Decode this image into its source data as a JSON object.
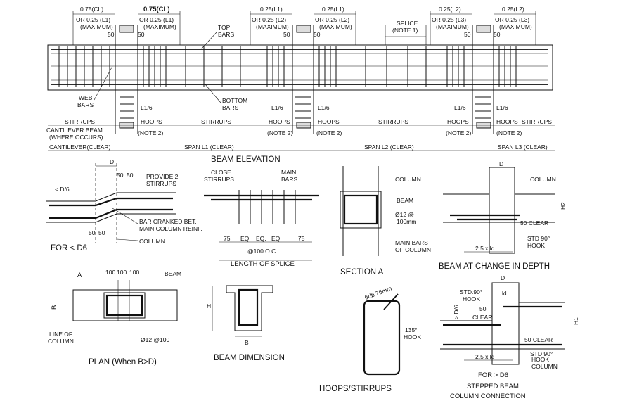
{
  "elevation": {
    "title": "BEAM ELEVATION",
    "top_labels": [
      "0.75(CL)",
      "0.75(CL)",
      "0.25(L1)",
      "0.25(L1)",
      "0.25(L2)",
      "0.25(L2)"
    ],
    "or_labels": [
      "OR 0.25 (L1)",
      "OR 0.25 (L1)",
      "OR 0.25 (L2)",
      "OR 0.25 (L2)",
      "OR 0.25 (L3)",
      "OR 0.25 (L3)"
    ],
    "maximum": "(MAXIMUM)",
    "fifty": "50",
    "top_bars": "TOP",
    "top_bars2": "BARS",
    "splice": "SPLICE",
    "note1": "(NOTE 1)",
    "web_bars": "WEB",
    "web_bars2": "BARS",
    "bottom_bars": "BOTTOM",
    "bottom_bars2": "BARS",
    "l16": "L1/6",
    "stirrups": "STIRRUPS",
    "hoops": "HOOPS",
    "note2": "(NOTE 2)",
    "cantilever_beam": "CANTILEVER BEAM",
    "where_occurs": "(WHERE OCCURS)",
    "cantilever_clear": "CANTILEVER(CLEAR)",
    "span_l1": "SPAN L1 (CLEAR)",
    "span_l2": "SPAN L2 (CLEAR)",
    "span_l3": "SPAN L3 (CLEAR)"
  },
  "d6less": {
    "title": "FOR < D6",
    "d": "D",
    "d6": "< D/6",
    "fifty": "50",
    "provide": "PROVIDE 2",
    "provide2": "STIRRUPS",
    "cranked": "BAR CRANKED BET.",
    "cranked2": "MAIN COLUMN REINF.",
    "column": "COLUMN"
  },
  "splice": {
    "title": "LENGTH OF SPLICE",
    "close": "CLOSE",
    "close2": "STIRRUPS",
    "main": "MAIN",
    "main2": "BARS",
    "dims": [
      "75",
      "EQ.",
      "EQ.",
      "EQ.",
      "75"
    ],
    "oc": "@100 O.C."
  },
  "section": {
    "title": "SECTION A",
    "column": "COLUMN",
    "beam": "BEAM",
    "ties": "Ø12 @",
    "ties2": "100mm",
    "main": "MAIN BARS",
    "main2": "OF COLUMN"
  },
  "depth": {
    "title": "BEAM AT CHANGE IN DEPTH",
    "d": "D",
    "column": "COLUMN",
    "h2": "H2",
    "clear": "50 CLEAR",
    "std": "STD 90°",
    "hook": "HOOK",
    "ld": "2.5 x ld"
  },
  "plan": {
    "title": "PLAN (When B>D)",
    "a": "A",
    "b": "B",
    "dims": [
      "100",
      "100",
      "100"
    ],
    "beam": "BEAM",
    "line": "LINE OF",
    "line2": "COLUMN",
    "ties": "Ø12 @100"
  },
  "dimension": {
    "title": "BEAM DIMENSION",
    "h": "H",
    "b": "B"
  },
  "hoops": {
    "title": "HOOPS/STIRRUPS",
    "dim": "6db 75mm",
    "hook": "135°",
    "hook2": "HOOK"
  },
  "stepped": {
    "title": "STEPPED BEAM",
    "title2": "COLUMN CONNECTION",
    "sub": "FOR > D6",
    "d": "D",
    "std": "STD.90°",
    "hook": "HOOK",
    "ld": "ld",
    "d6": "> D/6",
    "fifty": "50",
    "clear": "CLEAR",
    "h1": "H1",
    "clear2": "50 CLEAR",
    "std2": "STD 90°",
    "hook2": "HOOK",
    "column": "COLUMN",
    "ld2": "2.5 x ld"
  }
}
